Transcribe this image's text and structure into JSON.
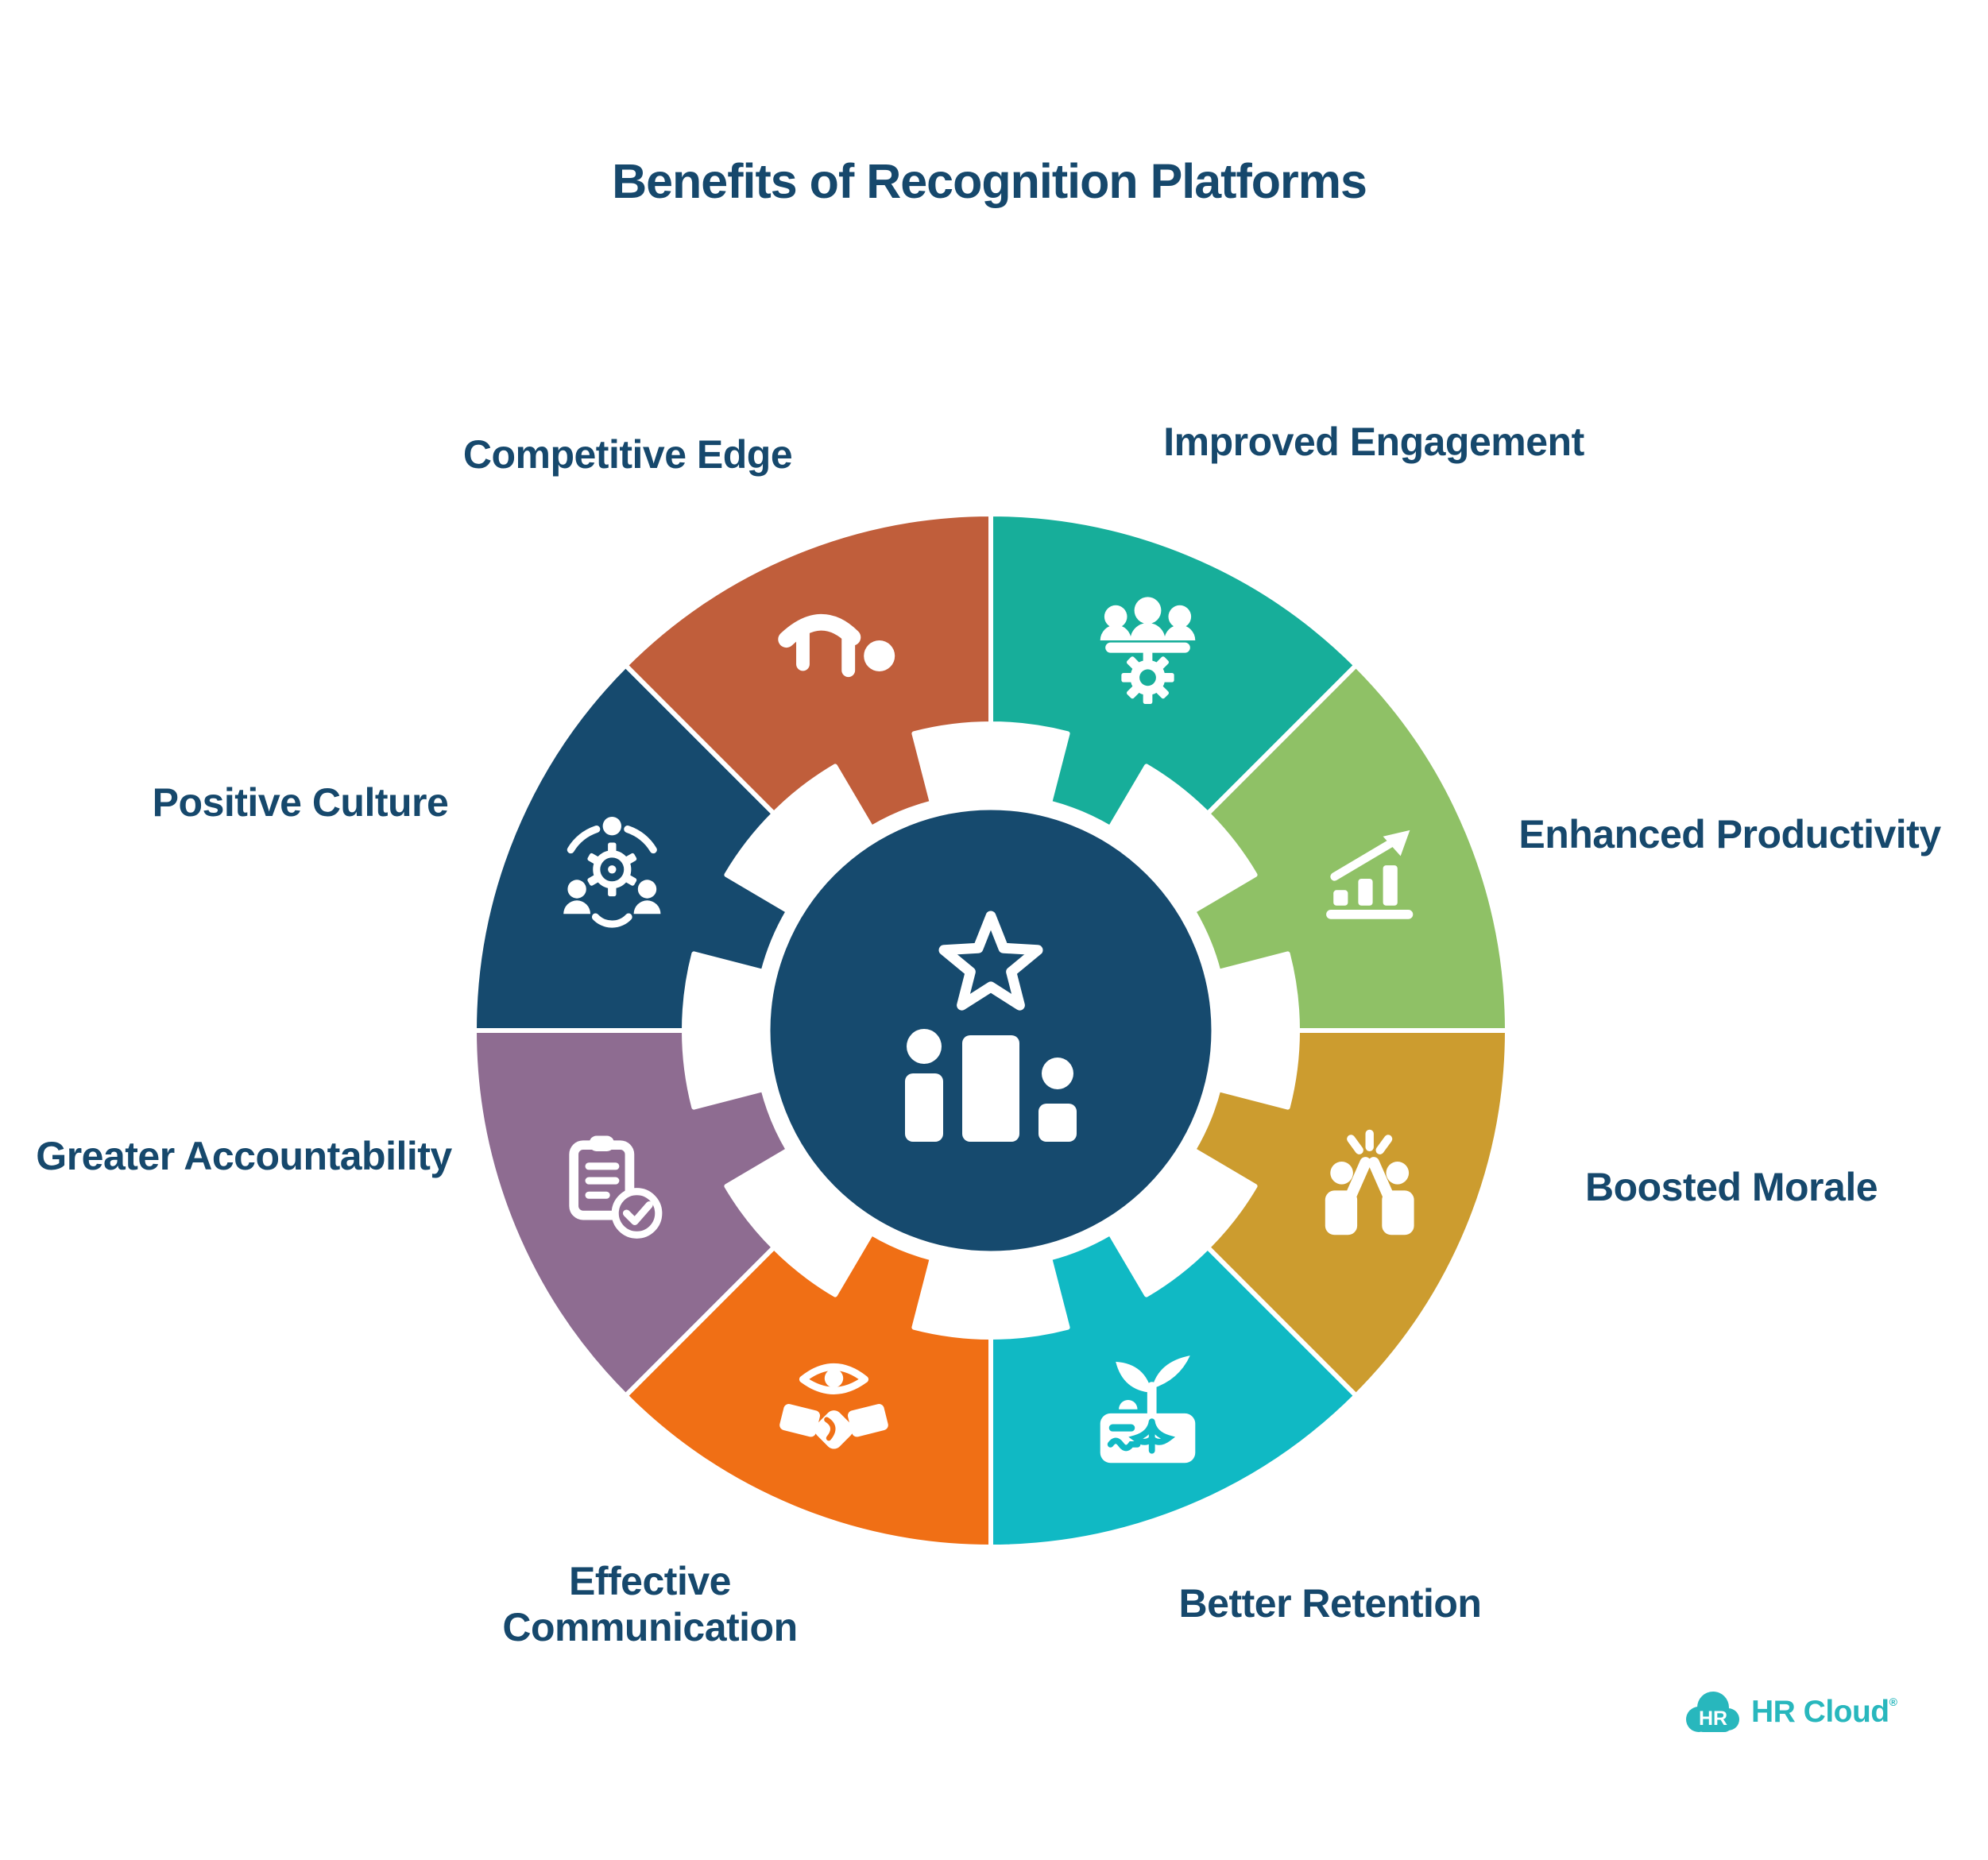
{
  "title": "Benefits of Recognition Platforms",
  "colors": {
    "ink": "#16486C",
    "background": "#FFFFFF",
    "center_circle": "#164A6E",
    "segment_gap": "#FFFFFF"
  },
  "wheel": {
    "center_icon": "podium-star-icon",
    "segments": [
      {
        "label": "Improved Engagement",
        "color": "#17AE9A",
        "icon": "team-gear-icon"
      },
      {
        "label": "Enhanced Productivity",
        "color": "#8FC166",
        "icon": "growth-chart-icon"
      },
      {
        "label": "Boosted Morale",
        "color": "#CC9C2F",
        "icon": "high-five-icon"
      },
      {
        "label": "Better Retention",
        "color": "#10B9C4",
        "icon": "plant-roots-icon"
      },
      {
        "label": "Effective Communication",
        "color": "#F06F15",
        "icon": "handshake-eye-icon"
      },
      {
        "label": "Greater Accountability",
        "color": "#8E6C91",
        "icon": "clipboard-check-icon"
      },
      {
        "label": "Positive Culture",
        "color": "#164A6E",
        "icon": "community-gear-icon"
      },
      {
        "label": "Competitive Edge",
        "color": "#C05E3B",
        "icon": "runner-icon"
      }
    ]
  },
  "logo": {
    "badge": "HR",
    "name": "HR Cloud",
    "reg": "®",
    "color": "#28B7BD"
  }
}
